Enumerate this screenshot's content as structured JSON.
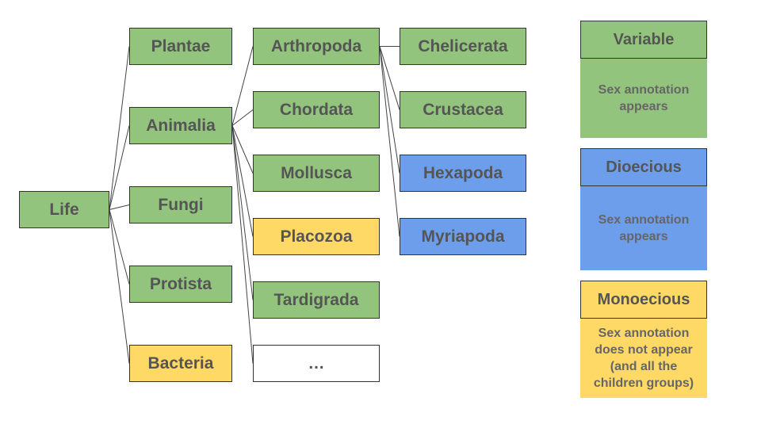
{
  "colors": {
    "variable": "#93c47d",
    "dioecious": "#6d9eeb",
    "monoecious": "#ffd966",
    "unknown": "#ffffff",
    "text": "#555555",
    "line": "#444444"
  },
  "tree": {
    "root": {
      "label": "Life",
      "category": "variable"
    },
    "kingdoms": [
      {
        "label": "Plantae",
        "category": "variable"
      },
      {
        "label": "Animalia",
        "category": "variable"
      },
      {
        "label": "Fungi",
        "category": "variable"
      },
      {
        "label": "Protista",
        "category": "variable"
      },
      {
        "label": "Bacteria",
        "category": "monoecious"
      }
    ],
    "phyla": [
      {
        "label": "Arthropoda",
        "category": "variable"
      },
      {
        "label": "Chordata",
        "category": "variable"
      },
      {
        "label": "Mollusca",
        "category": "variable"
      },
      {
        "label": "Placozoa",
        "category": "monoecious"
      },
      {
        "label": "Tardigrada",
        "category": "variable"
      },
      {
        "label": "…",
        "category": "unknown"
      }
    ],
    "subphyla": [
      {
        "label": "Chelicerata",
        "category": "variable"
      },
      {
        "label": "Crustacea",
        "category": "variable"
      },
      {
        "label": "Hexapoda",
        "category": "dioecious"
      },
      {
        "label": "Myriapoda",
        "category": "dioecious"
      }
    ]
  },
  "legend": [
    {
      "title": "Variable",
      "description": "Sex annotation appears",
      "category": "variable"
    },
    {
      "title": "Dioecious",
      "description": "Sex annotation appears",
      "category": "dioecious"
    },
    {
      "title": "Monoecious",
      "description": "Sex annotation does not appear (and all the children groups)",
      "category": "monoecious"
    }
  ]
}
